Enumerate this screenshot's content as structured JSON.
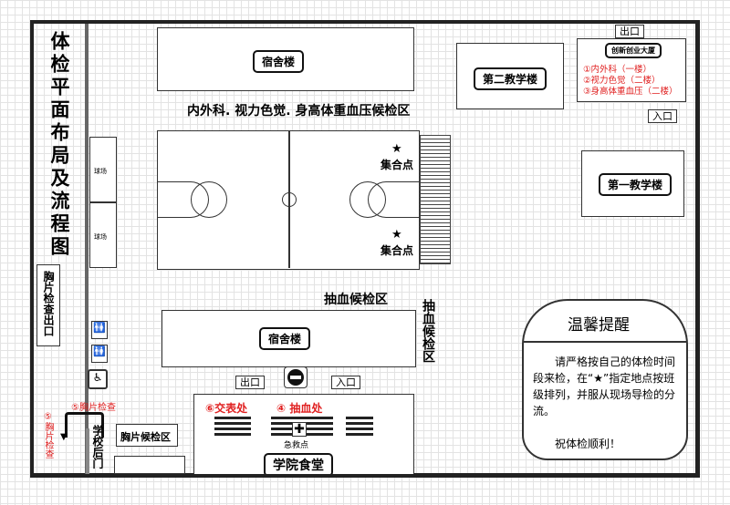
{
  "title": "体检平面布局及流程图",
  "buildings": {
    "dorm_top": "宿舍楼",
    "dorm_bottom": "宿舍楼",
    "teaching2": "第二教学楼",
    "teaching1": "第一教学楼",
    "innovation": "创新创业大厦",
    "canteen": "学院食堂"
  },
  "innovation_exams": [
    "①内外科（一楼）",
    "②视力色觉（二楼）",
    "③身高体重血压（二楼）"
  ],
  "exit_label": "出口",
  "entrance_label": "入口",
  "waiting_top": "内外科. 视力色觉. 身高体重血压候检区",
  "assembly": "集合点",
  "court_label": "球场",
  "blood_wait_h": "抽血候检区",
  "blood_wait_v": "抽血候检区",
  "chest_exit": "胸片检查出口",
  "chest_check_h": "⑤胸片检查",
  "chest_check_v": "⑤胸片检查",
  "chest_wait": "胸片候检区",
  "back_gate": "学校后门",
  "canteen_stations": {
    "submit": "⑥交表处",
    "blood": "④ 抽血处",
    "first_aid": "急救点"
  },
  "tips": {
    "title": "温馨提醒",
    "body": "请严格按自己的体检时间段来检，在“★”指定地点按班级排列，并服从现场导检的分流。",
    "wish": "祝体检顺利！"
  },
  "colors": {
    "red": "#e02020",
    "line": "#111111"
  }
}
